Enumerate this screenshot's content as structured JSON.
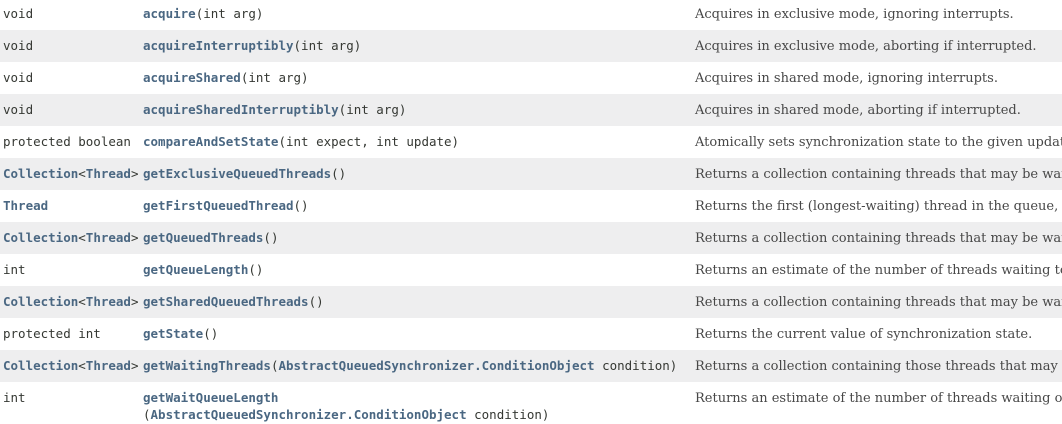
{
  "colors": {
    "background": "#FFFFFF",
    "row_stripe": "#EEEEEF",
    "link": "#4A6782",
    "code_text": "#353833",
    "description_text": "#474747"
  },
  "table": {
    "rows": [
      {
        "type": [
          {
            "t": "void"
          }
        ],
        "method": [
          {
            "t": "acquire",
            "link": true
          },
          {
            "t": "(int arg)"
          }
        ],
        "desc": "Acquires in exclusive mode, ignoring interrupts."
      },
      {
        "type": [
          {
            "t": "void"
          }
        ],
        "method": [
          {
            "t": "acquireInterruptibly",
            "link": true
          },
          {
            "t": "(int arg)"
          }
        ],
        "desc": "Acquires in exclusive mode, aborting if interrupted."
      },
      {
        "type": [
          {
            "t": "void"
          }
        ],
        "method": [
          {
            "t": "acquireShared",
            "link": true
          },
          {
            "t": "(int arg)"
          }
        ],
        "desc": "Acquires in shared mode, ignoring interrupts."
      },
      {
        "type": [
          {
            "t": "void"
          }
        ],
        "method": [
          {
            "t": "acquireSharedInterruptibly",
            "link": true
          },
          {
            "t": "(int arg)"
          }
        ],
        "desc": "Acquires in shared mode, aborting if interrupted."
      },
      {
        "type": [
          {
            "t": "protected boolean"
          }
        ],
        "method": [
          {
            "t": "compareAndSetState",
            "link": true
          },
          {
            "t": "(int expect, int update)"
          }
        ],
        "desc": "Atomically sets synchronization state to the given update"
      },
      {
        "type": [
          {
            "t": "Collection",
            "link": true
          },
          {
            "t": "<"
          },
          {
            "t": "Thread",
            "link": true
          },
          {
            "t": ">"
          }
        ],
        "method": [
          {
            "t": "getExclusiveQueuedThreads",
            "link": true
          },
          {
            "t": "()"
          }
        ],
        "desc": "Returns a collection containing threads that may be waiti"
      },
      {
        "type": [
          {
            "t": "Thread",
            "link": true
          }
        ],
        "method": [
          {
            "t": "getFirstQueuedThread",
            "link": true
          },
          {
            "t": "()"
          }
        ],
        "desc": "Returns the first (longest-waiting) thread in the queue, or"
      },
      {
        "type": [
          {
            "t": "Collection",
            "link": true
          },
          {
            "t": "<"
          },
          {
            "t": "Thread",
            "link": true
          },
          {
            "t": ">"
          }
        ],
        "method": [
          {
            "t": "getQueuedThreads",
            "link": true
          },
          {
            "t": "()"
          }
        ],
        "desc": "Returns a collection containing threads that may be waiti"
      },
      {
        "type": [
          {
            "t": "int"
          }
        ],
        "method": [
          {
            "t": "getQueueLength",
            "link": true
          },
          {
            "t": "()"
          }
        ],
        "desc": "Returns an estimate of the number of threads waiting to a"
      },
      {
        "type": [
          {
            "t": "Collection",
            "link": true
          },
          {
            "t": "<"
          },
          {
            "t": "Thread",
            "link": true
          },
          {
            "t": ">"
          }
        ],
        "method": [
          {
            "t": "getSharedQueuedThreads",
            "link": true
          },
          {
            "t": "()"
          }
        ],
        "desc": "Returns a collection containing threads that may be waiti"
      },
      {
        "type": [
          {
            "t": "protected int"
          }
        ],
        "method": [
          {
            "t": "getState",
            "link": true
          },
          {
            "t": "()"
          }
        ],
        "desc": "Returns the current value of synchronization state."
      },
      {
        "type": [
          {
            "t": "Collection",
            "link": true
          },
          {
            "t": "<"
          },
          {
            "t": "Thread",
            "link": true
          },
          {
            "t": ">"
          }
        ],
        "method": [
          {
            "t": "getWaitingThreads",
            "link": true
          },
          {
            "t": "("
          },
          {
            "t": "AbstractQueuedSynchronizer.ConditionObject",
            "link": true
          },
          {
            "t": " condition)"
          }
        ],
        "desc": "Returns a collection containing those threads that may be"
      },
      {
        "type": [
          {
            "t": "int"
          }
        ],
        "method": [
          {
            "t": "getWaitQueueLength",
            "link": true
          },
          {
            "br": true
          },
          {
            "t": "("
          },
          {
            "t": "AbstractQueuedSynchronizer.ConditionObject",
            "link": true
          },
          {
            "t": " condition)"
          }
        ],
        "desc": "Returns an estimate of the number of threads waiting on"
      }
    ]
  }
}
